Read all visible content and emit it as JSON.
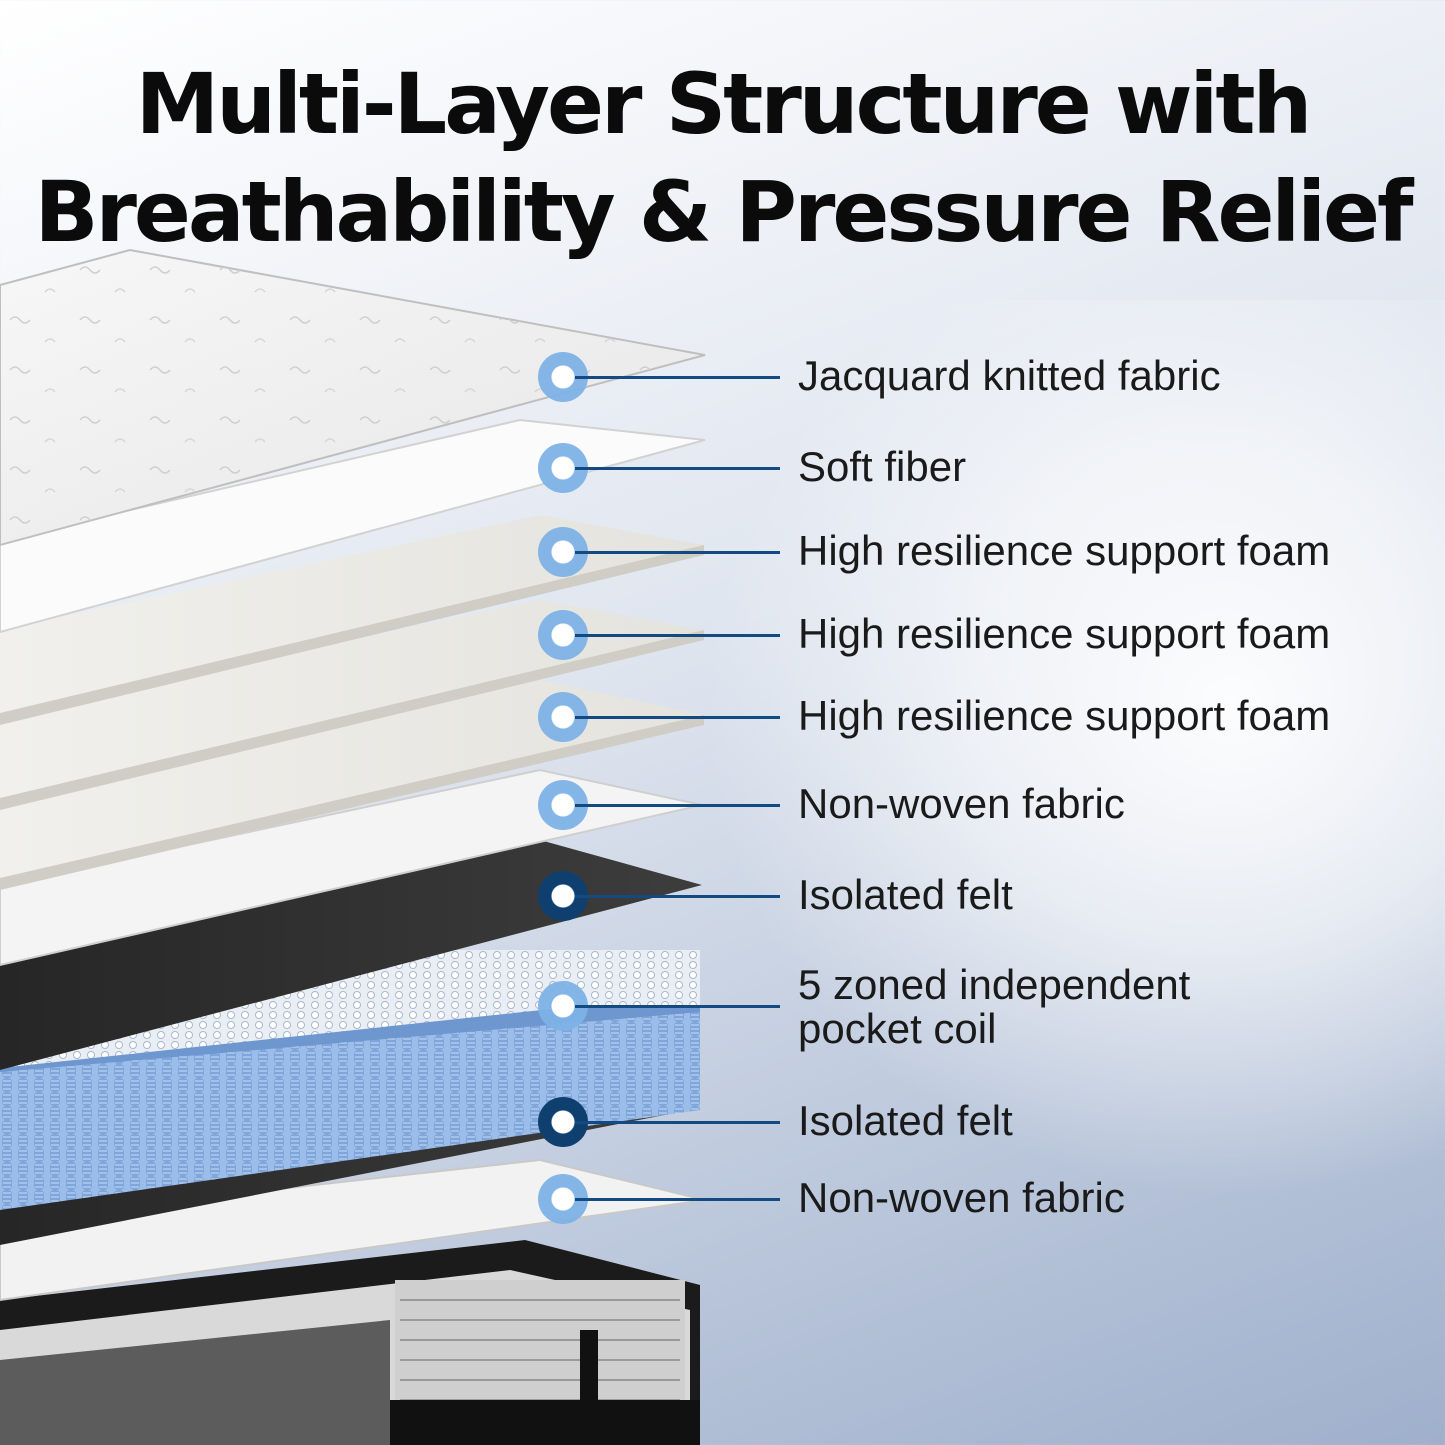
{
  "headline": {
    "line1": "Multi-Layer Structure with",
    "line2": "Breathability & Pressure Relief"
  },
  "layers": [
    {
      "label": "Jacquard knitted fabric",
      "marker_style": "light"
    },
    {
      "label": "Soft fiber",
      "marker_style": "light"
    },
    {
      "label": "High resilience support foam",
      "marker_style": "light"
    },
    {
      "label": "High resilience support foam",
      "marker_style": "light"
    },
    {
      "label": "High resilience support foam",
      "marker_style": "light"
    },
    {
      "label": "Non-woven fabric",
      "marker_style": "light"
    },
    {
      "label": "Isolated felt",
      "marker_style": "dark"
    },
    {
      "label": "5 zoned independent\npocket coil",
      "marker_style": "light"
    },
    {
      "label": "Isolated felt",
      "marker_style": "dark"
    },
    {
      "label": "Non-woven fabric",
      "marker_style": "light"
    }
  ],
  "colors": {
    "leader_line": "#134a82",
    "marker_ring_light": "#7eb2e6",
    "marker_ring_dark": "#0f3f6e",
    "coil_blue": "#8fb6e8",
    "felt": "#2e2e2e"
  }
}
